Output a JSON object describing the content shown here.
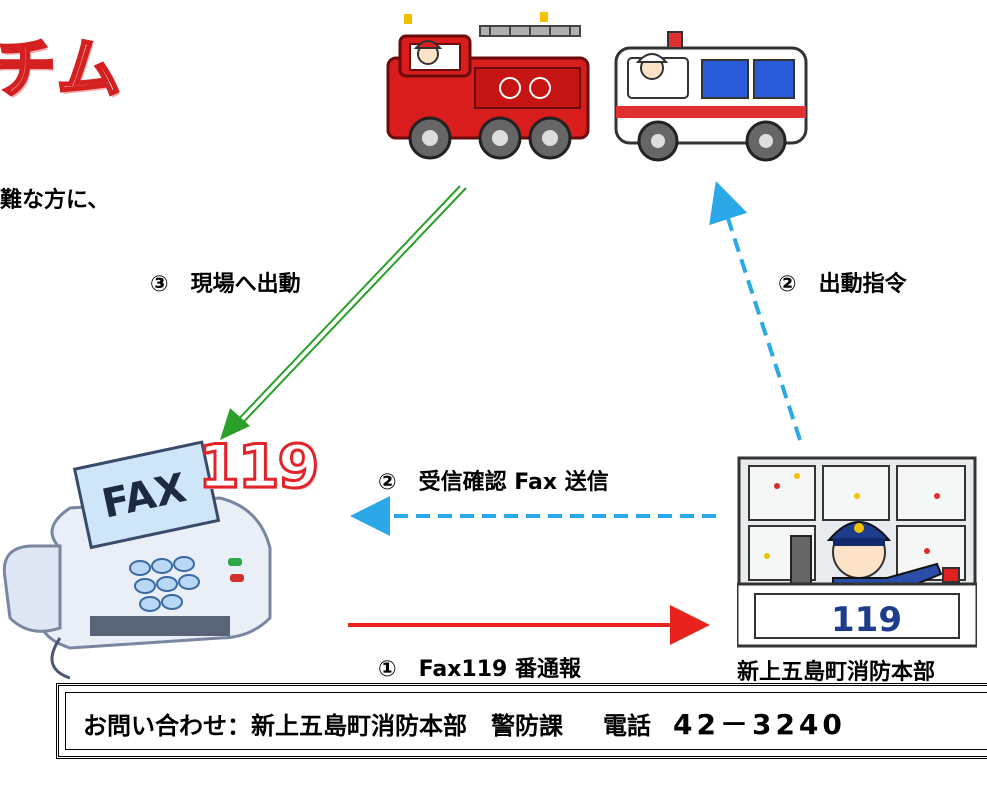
{
  "title_fragment": "チム",
  "intro_text": "難な方に、",
  "steps": {
    "step3": "③　現場へ出動",
    "step2_dispatch": "②　出動指令",
    "step2_confirm": "②　受信確認 Fax 送信",
    "step1": "①　Fax119 番通報"
  },
  "fax_label": "FAX",
  "fax_number": "119",
  "hq": {
    "caption": "新上五島町消防本部",
    "panel_number": "119"
  },
  "footer": {
    "contact": "お問い合わせ：新上五島町消防本部　警防課",
    "tel_label": "電話",
    "tel_number": "42－3240"
  },
  "colors": {
    "green_arrow": "#2aa02a",
    "blue_dashed": "#2aa8e8",
    "red_arrow": "#e8231e",
    "fire_truck": "#d91c1c",
    "ambulance_stripe": "#e03030"
  },
  "icons": [
    "fire-truck-icon",
    "ambulance-icon",
    "fax-machine-icon",
    "dispatcher-icon"
  ]
}
